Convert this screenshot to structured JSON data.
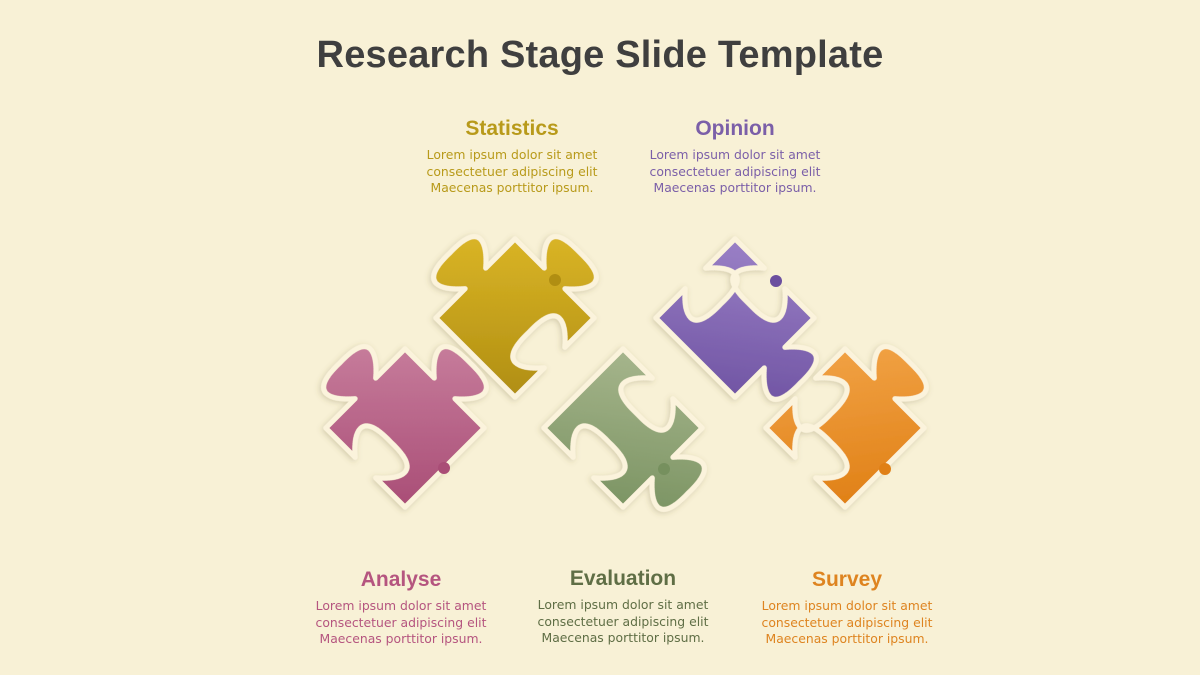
{
  "title": "Research Stage Slide Template",
  "stages": [
    {
      "key": "statistics",
      "name": "Statistics",
      "color": "#b89a1a",
      "fill_light": "#e6c02c",
      "fill_dark": "#b08e12",
      "lines": [
        "Lorem ipsum dolor sit amet",
        "consectetuer adipiscing elit",
        "Maecenas porttitor ipsum."
      ]
    },
    {
      "key": "opinion",
      "name": "Opinion",
      "color": "#7b5fa8",
      "fill_light": "#9a80c6",
      "fill_dark": "#6b4f9f",
      "lines": [
        "Lorem ipsum dolor sit amet",
        "consectetuer adipiscing elit",
        "Maecenas porttitor ipsum."
      ]
    },
    {
      "key": "analyse",
      "name": "Analyse",
      "color": "#b5557f",
      "fill_light": "#cf8aa6",
      "fill_dark": "#a94d76",
      "lines": [
        "Lorem ipsum dolor sit amet",
        "consectetuer adipiscing elit",
        "Maecenas porttitor ipsum."
      ]
    },
    {
      "key": "evaluation",
      "name": "Evaluation",
      "color": "#5f6e45",
      "fill_light": "#a6b58c",
      "fill_dark": "#76905e",
      "lines": [
        "Lorem ipsum dolor sit amet",
        "consectetuer adipiscing elit",
        "Maecenas porttitor ipsum."
      ]
    },
    {
      "key": "survey",
      "name": "Survey",
      "color": "#de8420",
      "fill_light": "#f3a64a",
      "fill_dark": "#e08016",
      "lines": [
        "Lorem ipsum dolor sit amet",
        "consectetuer adipiscing elit",
        "Maecenas porttitor ipsum."
      ]
    }
  ]
}
